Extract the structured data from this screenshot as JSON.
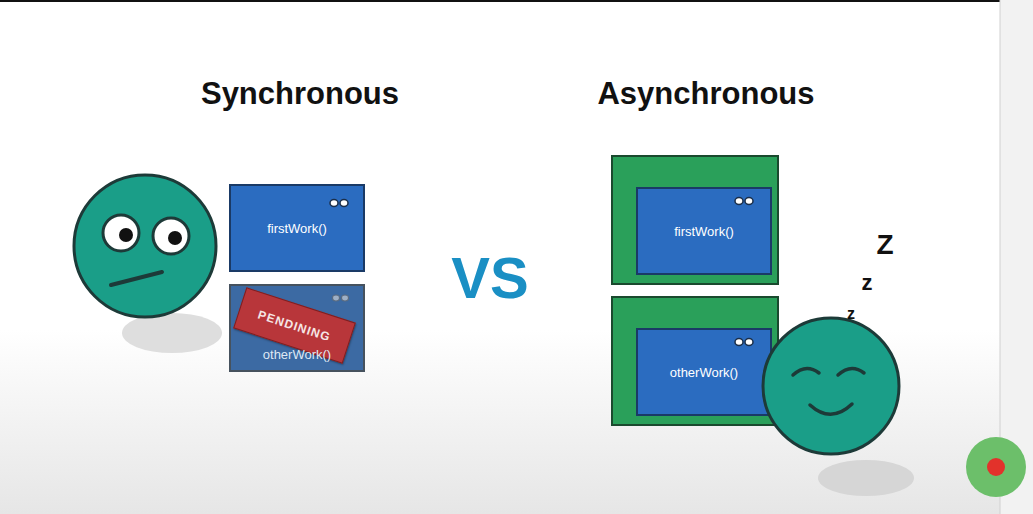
{
  "diagram": {
    "nodes": [
      {
        "text": [
          "firstWork()"
        ]
      },
      {
        "text": [
          "otherWork()"
        ]
      },
      {
        "text": [
          "PENDINING"
        ],
        "in": 1
      },
      {
        "text": []
      },
      {
        "text": [
          "firstWork()"
        ],
        "in": 3
      },
      {
        "text": []
      },
      {
        "text": [
          "otherWork()"
        ],
        "in": 5
      }
    ],
    "labels": [
      "Synchronous",
      "Asynchronous",
      "VS",
      "Z",
      "z",
      "z"
    ]
  }
}
